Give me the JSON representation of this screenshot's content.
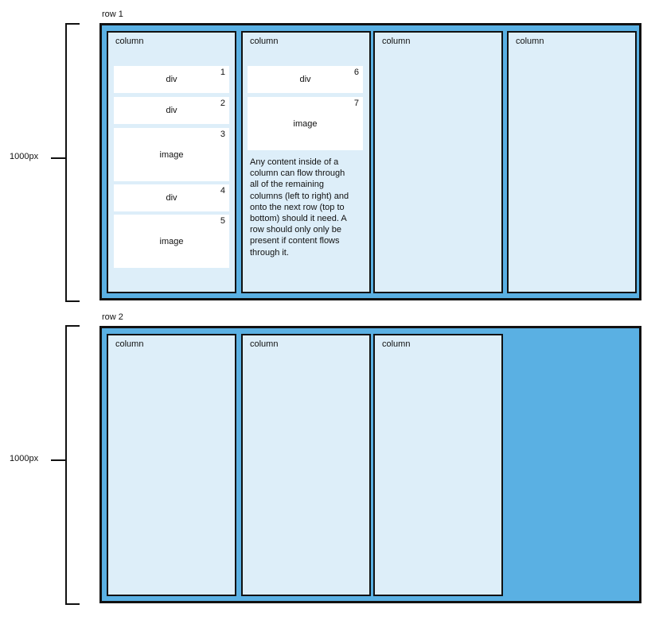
{
  "rows": [
    {
      "label": "row 1",
      "dimension": "1000px"
    },
    {
      "label": "row 2",
      "dimension": "1000px"
    }
  ],
  "column_title": "column",
  "blocks": [
    {
      "label": "div",
      "num": "1"
    },
    {
      "label": "div",
      "num": "2"
    },
    {
      "label": "image",
      "num": "3"
    },
    {
      "label": "div",
      "num": "4"
    },
    {
      "label": "image",
      "num": "5"
    },
    {
      "label": "div",
      "num": "6"
    },
    {
      "label": "image",
      "num": "7"
    }
  ],
  "note_lines": [
    "Any content inside of a",
    "column can flow through",
    "all of the remaining",
    "columns (left to right) and",
    "onto the next row (top to",
    "bottom) should it need. A",
    "row should only only be",
    "present if content flows",
    "through it."
  ],
  "colors": {
    "row_fill": "#5ab0e3",
    "column_fill": "#ddeef9",
    "outline": "#111111"
  }
}
